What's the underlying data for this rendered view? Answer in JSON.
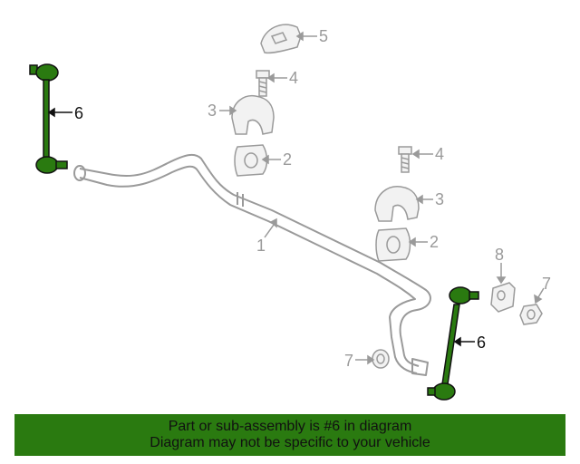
{
  "diagram": {
    "callouts": [
      {
        "id": "c5",
        "label": "5"
      },
      {
        "id": "c4a",
        "label": "4"
      },
      {
        "id": "c3a",
        "label": "3"
      },
      {
        "id": "c2a",
        "label": "2"
      },
      {
        "id": "c6a",
        "label": "6"
      },
      {
        "id": "c1",
        "label": "1"
      },
      {
        "id": "c4b",
        "label": "4"
      },
      {
        "id": "c3b",
        "label": "3"
      },
      {
        "id": "c2b",
        "label": "2"
      },
      {
        "id": "c8",
        "label": "8"
      },
      {
        "id": "c7a",
        "label": "7"
      },
      {
        "id": "c6b",
        "label": "6"
      },
      {
        "id": "c7b",
        "label": "7"
      }
    ],
    "highlight_part": "6",
    "colors": {
      "highlight": "#2a7a10",
      "line": "#9a9a9a",
      "banner": "#2a7a10"
    }
  },
  "banner": {
    "line1": "Part or sub-assembly is #6 in diagram",
    "line2": "Diagram may not be specific to your vehicle"
  }
}
